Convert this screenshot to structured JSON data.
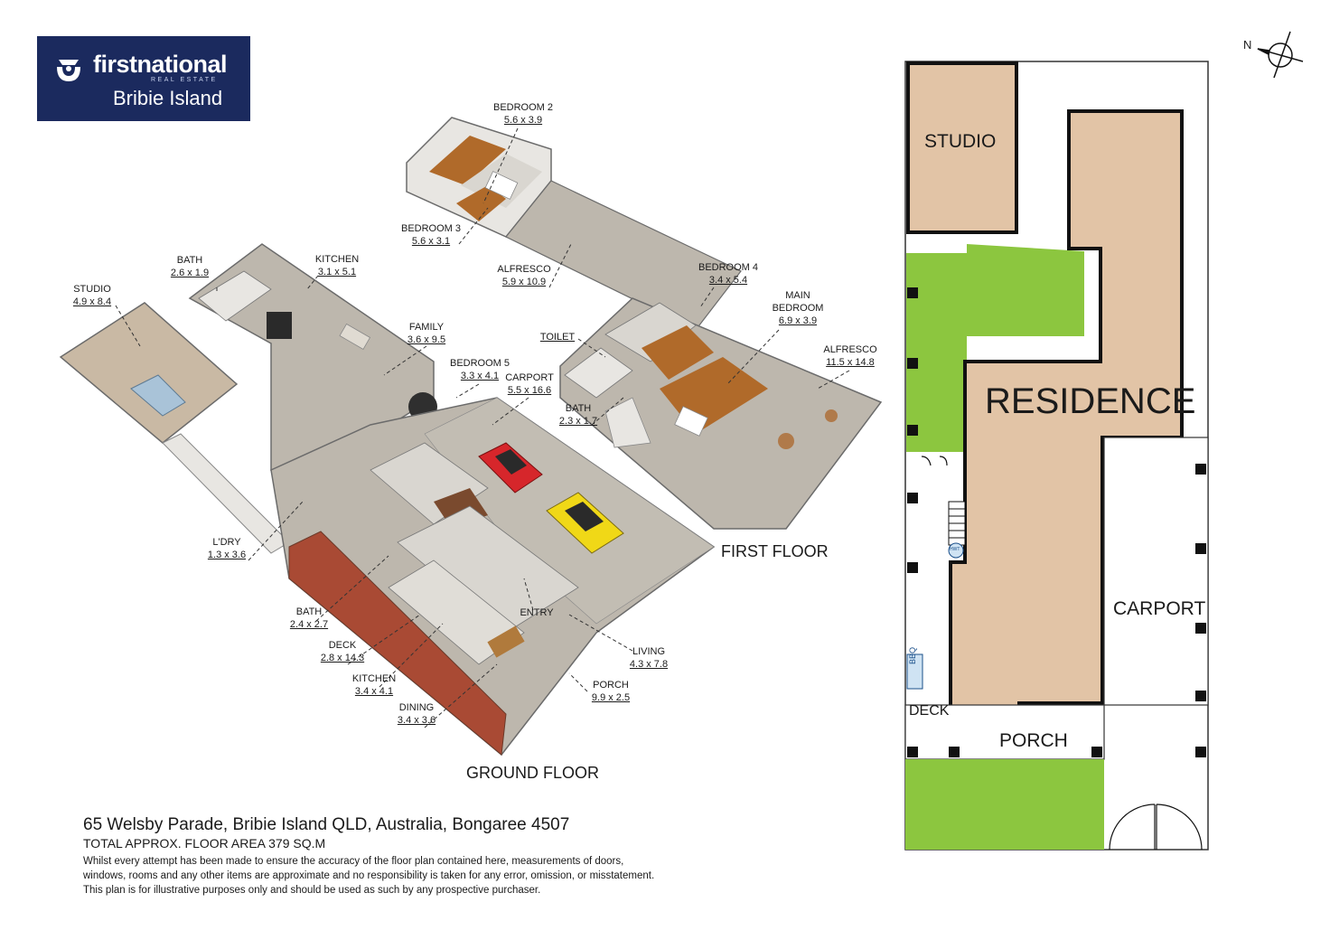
{
  "logo": {
    "brand": "firstnational",
    "sub": "REAL ESTATE",
    "office": "Bribie Island"
  },
  "floors": {
    "ground": "GROUND FLOOR",
    "first": "FIRST FLOOR"
  },
  "rooms": [
    {
      "name": "BEDROOM 2",
      "dim": "5.6 x 3.9"
    },
    {
      "name": "BEDROOM 3",
      "dim": "5.6 x 3.1"
    },
    {
      "name": "BATH",
      "dim": "2.6 x 1.9"
    },
    {
      "name": "KITCHEN",
      "dim": "3.1 x 5.1"
    },
    {
      "name": "ALFRESCO",
      "dim": "5.9 x 10.9"
    },
    {
      "name": "BEDROOM 4",
      "dim": "3.4 x 5.4"
    },
    {
      "name": "STUDIO",
      "dim": "4.9 x 8.4"
    },
    {
      "name": "MAIN BEDROOM",
      "dim": "6.9 x 3.9"
    },
    {
      "name": "FAMILY",
      "dim": "3.6 x 9.5"
    },
    {
      "name": "TOILET",
      "dim": ""
    },
    {
      "name": "ALFRESCO",
      "dim": "11.5 x 14.8"
    },
    {
      "name": "BEDROOM 5",
      "dim": "3.3 x 4.1"
    },
    {
      "name": "CARPORT",
      "dim": "5.5 x 16.6"
    },
    {
      "name": "BATH",
      "dim": "2.3 x 1.7"
    },
    {
      "name": "L'DRY",
      "dim": "1.3 x 3.6"
    },
    {
      "name": "ENTRY",
      "dim": ""
    },
    {
      "name": "BATH",
      "dim": "2.4 x 2.7"
    },
    {
      "name": "LIVING",
      "dim": "4.3 x 7.8"
    },
    {
      "name": "DECK",
      "dim": "2.8 x 14.3"
    },
    {
      "name": "KITCHEN",
      "dim": "3.4 x 4.1"
    },
    {
      "name": "PORCH",
      "dim": "9.9 x 2.5"
    },
    {
      "name": "DINING",
      "dim": "3.4 x 3.6"
    }
  ],
  "site": {
    "north": "N",
    "studio": "STUDIO",
    "residence": "RESIDENCE",
    "carport": "CARPORT",
    "porch": "PORCH",
    "deck": "DECK",
    "bbq": "BBQ",
    "hwt": "HWT"
  },
  "footer": {
    "address": "65 Welsby Parade, Bribie Island QLD, Australia, Bongaree 4507",
    "area": "TOTAL APPROX. FLOOR AREA 379 SQ.M",
    "disclaimer_1": "Whilst every attempt has been made to ensure the accuracy of the floor plan contained here, measurements of doors,",
    "disclaimer_2": "windows, rooms and any other items are approximate and no responsibility is taken for any error, omission, or misstatement.",
    "disclaimer_3": "This plan is for illustrative purposes only and should be used as such by any prospective purchaser."
  },
  "colors": {
    "brand": "#1b2a5e",
    "residence": "#e2c4a6",
    "garden": "#8cc63f",
    "floor": "#bdb7ad",
    "timber": "#b06a2a",
    "brick": "#a94a34"
  }
}
